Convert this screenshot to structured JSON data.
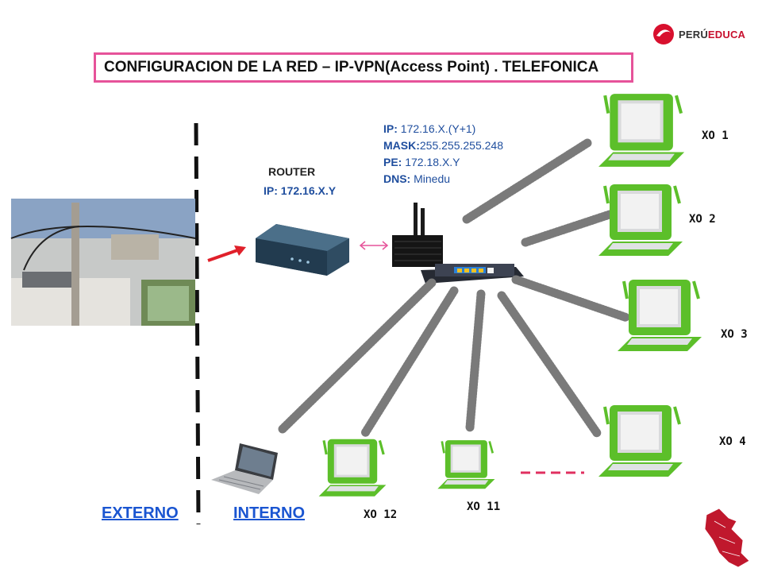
{
  "logo": {
    "prefix": "PERÚ",
    "suffix": "EDUCA"
  },
  "title": "CONFIGURACION DE LA RED – IP-VPN(Access Point) . TELEFONICA",
  "router": {
    "label": "ROUTER",
    "ip_key": "IP:",
    "ip_value": "172.16.X.Y"
  },
  "access_point": {
    "lines": [
      {
        "key": "IP:",
        "value": " 172.16.X.(Y+1)"
      },
      {
        "key": "MASK:",
        "value": "255.255.255.248"
      },
      {
        "key": "PE:",
        "value": " 172.18.X.Y"
      },
      {
        "key": "DNS:",
        "value": " Minedu"
      }
    ]
  },
  "laptops": [
    "XO 1",
    "XO 2",
    "XO 3",
    "XO 4",
    "XO 11",
    "XO 12"
  ],
  "zones": {
    "external": "EXTERNO",
    "internal": "INTERNO"
  },
  "colors": {
    "title_border": "#e6539a",
    "label_blue": "#1f4e9e",
    "zone_blue": "#1a55d1",
    "xo_green": "#5cbf2a",
    "arrow_red": "#e0202a",
    "dashed_red": "#e03060"
  }
}
